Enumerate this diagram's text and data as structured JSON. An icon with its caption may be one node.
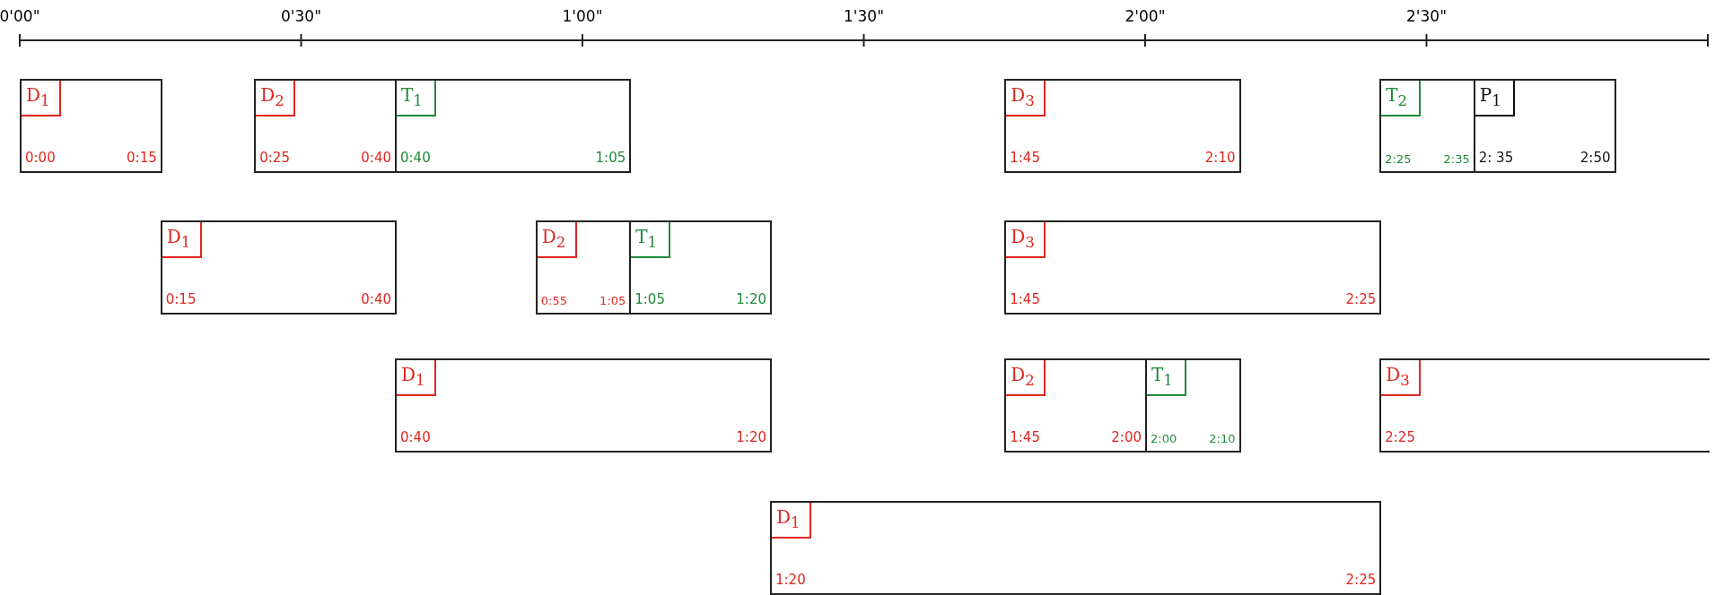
{
  "diagram": {
    "nodes": [
      {
        "text": [
          "D$_{1}$",
          "0:00",
          "0:15"
        ]
      },
      {
        "text": [
          "D$_{2}$",
          "0:25",
          "0:40"
        ]
      },
      {
        "text": [
          "T$_{1}$",
          "0:40",
          "1:05"
        ]
      },
      {
        "text": [
          "D$_{3}$",
          "1:45",
          "2:10"
        ]
      },
      {
        "text": [
          "T$_{2}$",
          "2:25",
          "2:35"
        ]
      },
      {
        "text": [
          "P$_{1}$",
          "2: 35",
          "2:50"
        ]
      },
      {
        "text": [
          "D$_{1}$",
          "0:15",
          "0:40"
        ]
      },
      {
        "text": [
          "D$_{2}$",
          "0:55",
          "1:05"
        ]
      },
      {
        "text": [
          "T$_{1}$",
          "1:05",
          "1:20"
        ]
      },
      {
        "text": [
          "D$_{3}$",
          "1:45",
          "2:25"
        ]
      },
      {
        "text": [
          "D$_{1}$",
          "0:40",
          "1:20"
        ]
      },
      {
        "text": [
          "D$_{2}$",
          "1:45",
          "2:00"
        ]
      },
      {
        "text": [
          "T$_{1}$",
          "2:00",
          "2:10"
        ]
      },
      {
        "text": [
          "D$_{3}$",
          "2:25"
        ]
      },
      {
        "text": [
          "D$_{1}$",
          "1:20",
          "2:25"
        ]
      }
    ],
    "labels": [
      "0'00\"",
      "0'30\"",
      "1'00\"",
      "1'30\"",
      "2'00\"",
      "2'30\""
    ]
  }
}
